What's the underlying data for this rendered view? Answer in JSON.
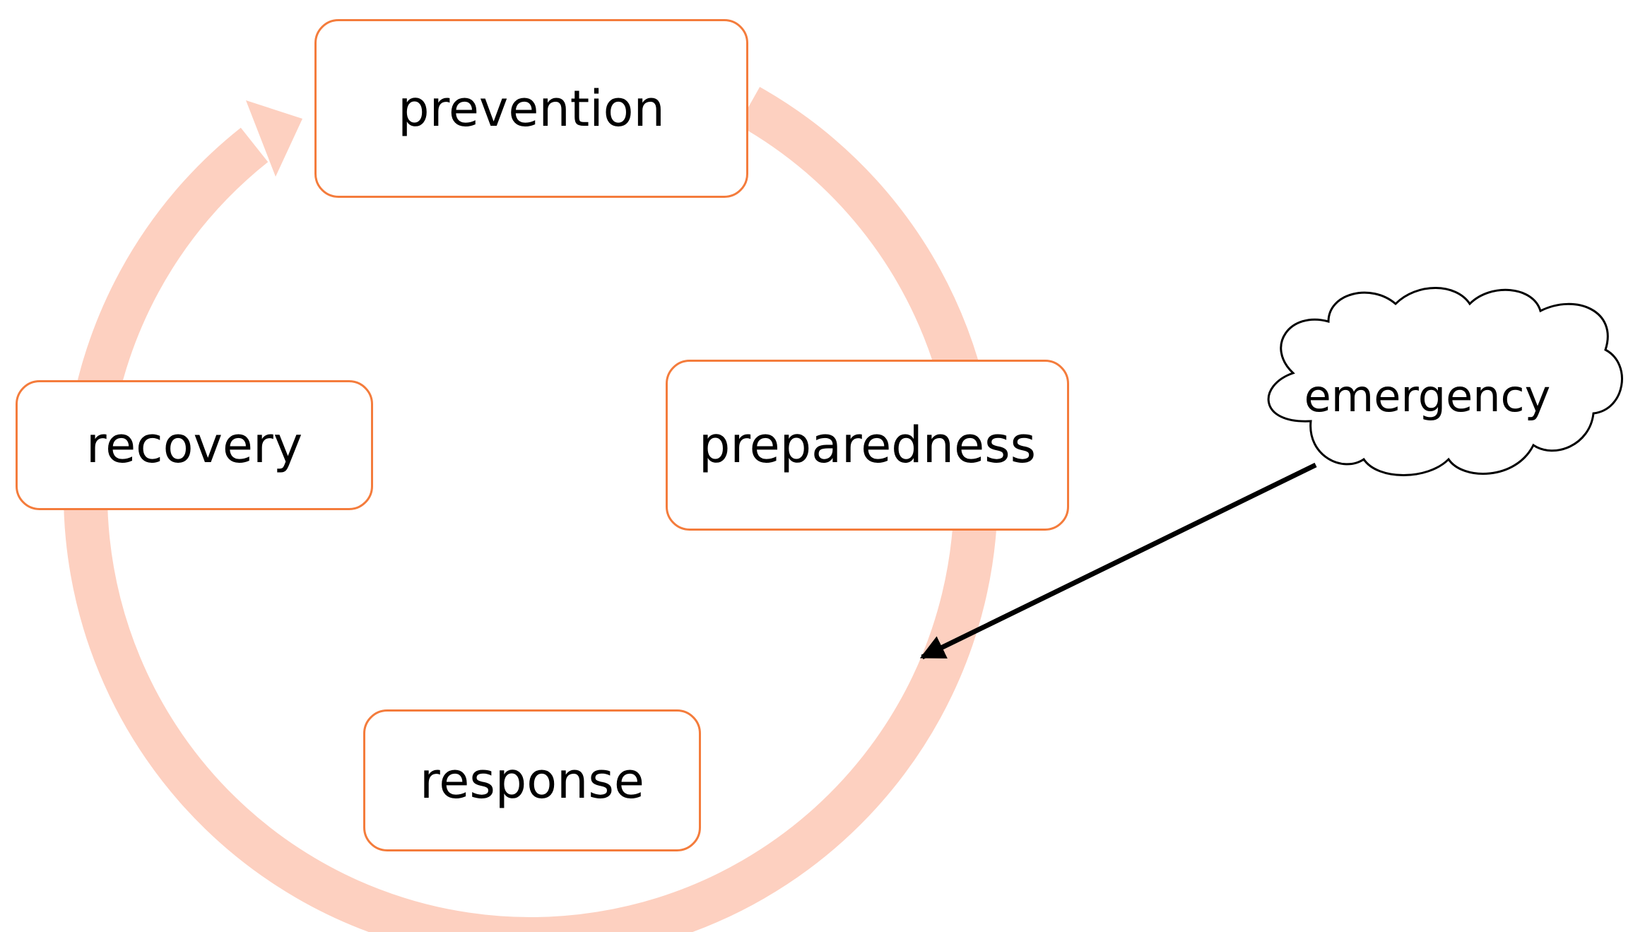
{
  "stages": {
    "prevention": "prevention",
    "preparedness": "preparedness",
    "response": "response",
    "recovery": "recovery"
  },
  "trigger": {
    "label": "emergency"
  },
  "colors": {
    "cycle_ring": "#fdd0c0",
    "box_border": "#f47c3c",
    "arrow": "#000000",
    "text": "#000000"
  }
}
